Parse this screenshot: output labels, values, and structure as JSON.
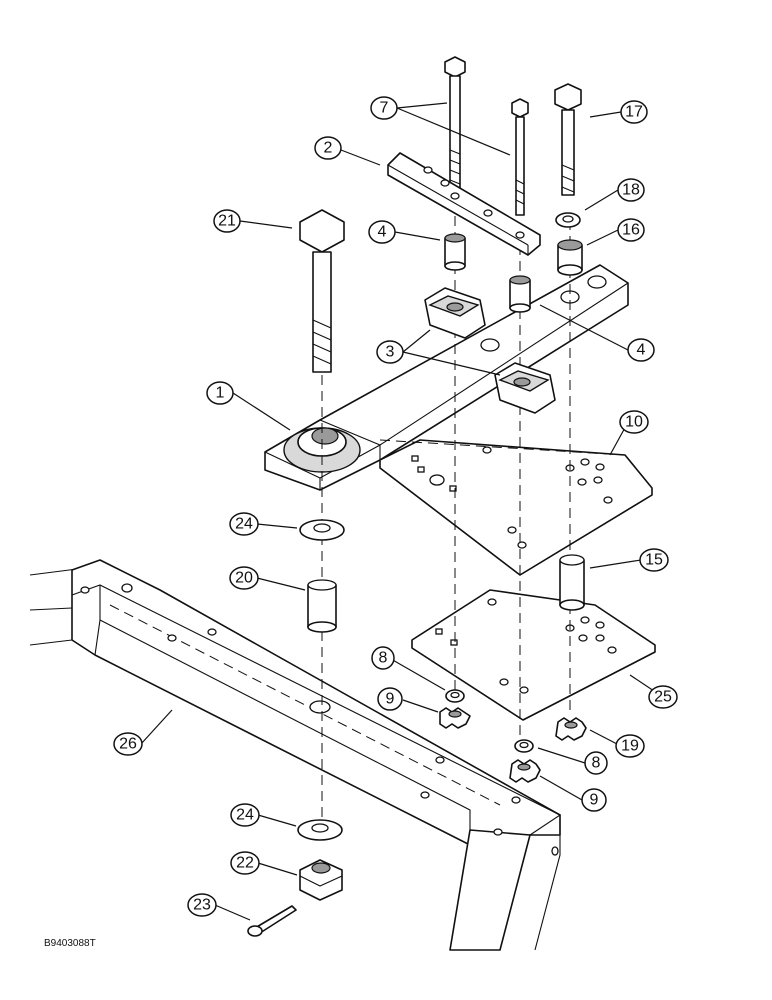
{
  "drawing_code": "B9403088T",
  "callouts": [
    {
      "number": "1"
    },
    {
      "number": "2"
    },
    {
      "number": "3"
    },
    {
      "number": "4"
    },
    {
      "number": "4"
    },
    {
      "number": "7"
    },
    {
      "number": "8"
    },
    {
      "number": "8"
    },
    {
      "number": "9"
    },
    {
      "number": "9"
    },
    {
      "number": "10"
    },
    {
      "number": "15"
    },
    {
      "number": "16"
    },
    {
      "number": "17"
    },
    {
      "number": "18"
    },
    {
      "number": "19"
    },
    {
      "number": "20"
    },
    {
      "number": "21"
    },
    {
      "number": "22"
    },
    {
      "number": "23"
    },
    {
      "number": "24"
    },
    {
      "number": "24"
    },
    {
      "number": "25"
    },
    {
      "number": "26"
    }
  ]
}
